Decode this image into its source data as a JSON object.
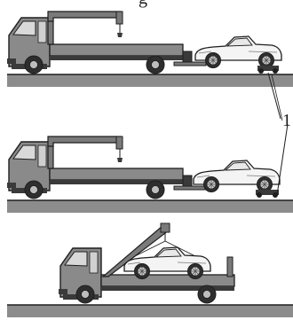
{
  "callout_label": "1",
  "top_partial_text": "g",
  "colors": {
    "body": "#7a7a7a",
    "body_light": "#9a9a9a",
    "dark": "#3a3a3a",
    "outline": "#1e1e1e",
    "ground": "#8c8c8c",
    "car": "#f4f4f4"
  },
  "scenes": [
    {
      "name": "wheel-lift-dolly-on"
    },
    {
      "name": "wheel-lift-dolly-lowered"
    },
    {
      "name": "crane-lifting-car"
    }
  ]
}
